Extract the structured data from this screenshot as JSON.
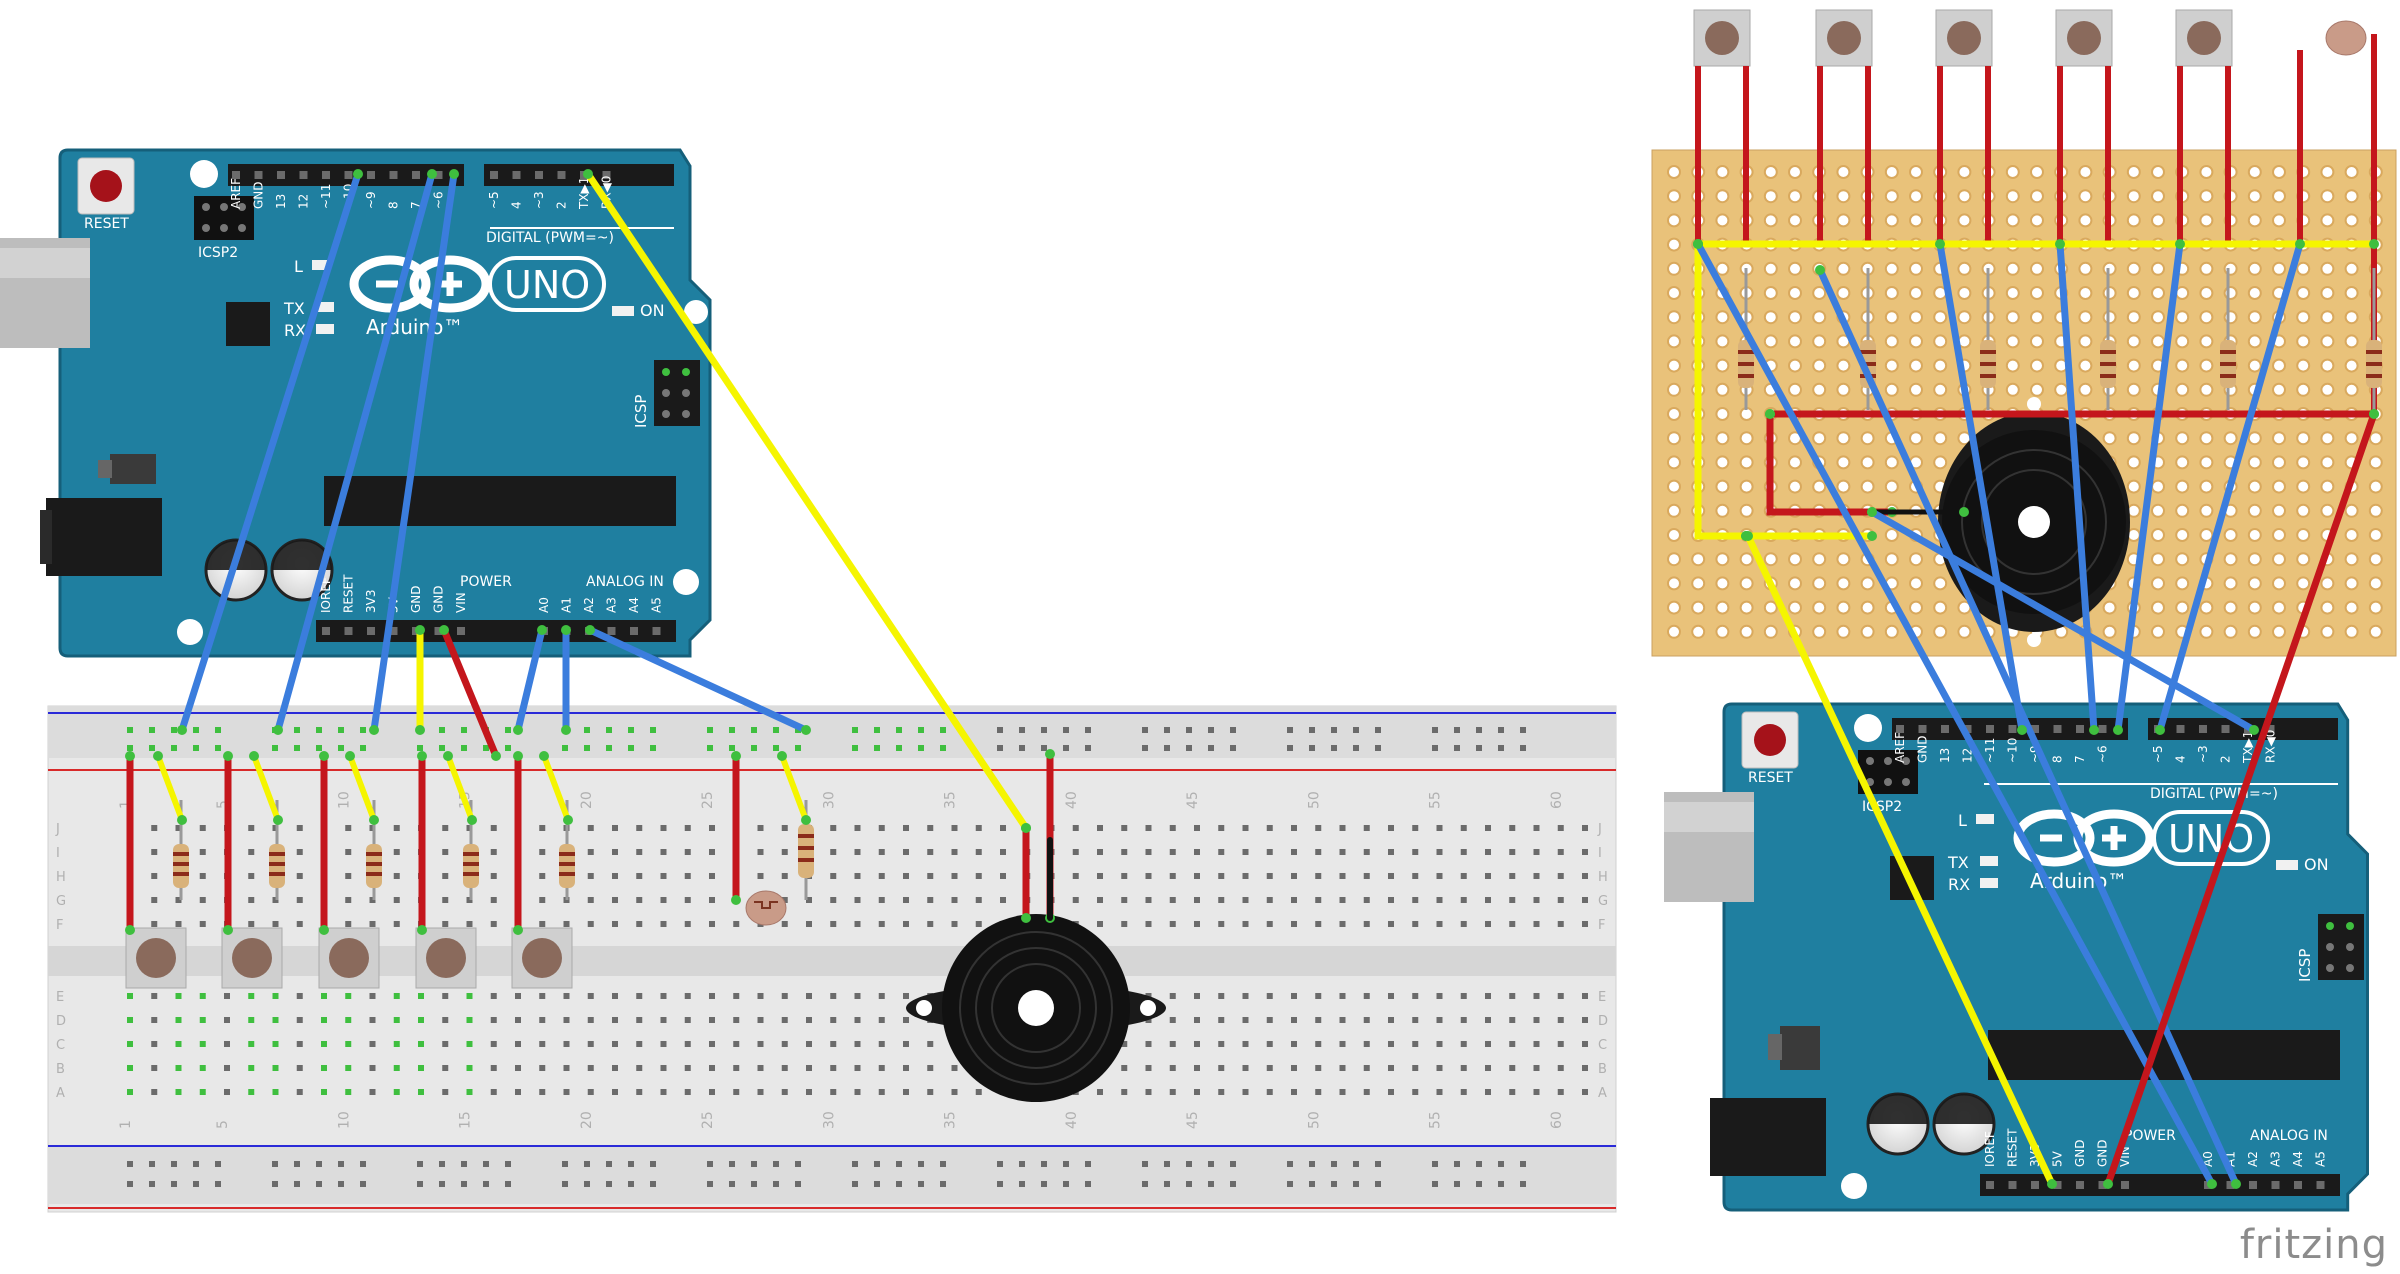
{
  "watermark": "fritzing",
  "arduino_left": {
    "reset_label": "RESET",
    "icsp2_label": "ICSP2",
    "icsp_label": "ICSP",
    "digital_label": "DIGITAL (PWM=~)",
    "power_label": "POWER",
    "analog_label": "ANALOG IN",
    "logo_text": "UNO",
    "brand_text": "Arduino™",
    "led_l": "L",
    "led_tx": "TX",
    "led_rx": "RX",
    "led_on": "ON",
    "digital_pins": [
      "AREF",
      "GND",
      "13",
      "12",
      "~11",
      "~10",
      "~9",
      "8",
      "7",
      "~6",
      "~5",
      "4",
      "~3",
      "2",
      "TX▶1",
      "RX◀0"
    ],
    "power_pins": [
      "IOREF",
      "RESET",
      "3V3",
      "5V",
      "GND",
      "GND",
      "VIN"
    ],
    "analog_pins": [
      "A0",
      "A1",
      "A2",
      "A3",
      "A4",
      "A5"
    ]
  },
  "arduino_right": {
    "reset_label": "RESET",
    "icsp2_label": "ICSP2",
    "icsp_label": "ICSP",
    "digital_label": "DIGITAL (PWM=~)",
    "power_label": "POWER",
    "analog_label": "ANALOG IN",
    "logo_text": "UNO",
    "brand_text": "Arduino™",
    "led_l": "L",
    "led_tx": "TX",
    "led_rx": "RX",
    "led_on": "ON",
    "digital_pins": [
      "AREF",
      "GND",
      "13",
      "12",
      "~11",
      "~10",
      "~9",
      "8",
      "7",
      "~6",
      "~5",
      "4",
      "~3",
      "2",
      "TX▶1",
      "RX◀0"
    ],
    "power_pins": [
      "IOREF",
      "RESET",
      "3V3",
      "5V",
      "GND",
      "GND",
      "VIN"
    ],
    "analog_pins": [
      "A0",
      "A1",
      "A2",
      "A3",
      "A4",
      "A5"
    ]
  },
  "breadboard": {
    "column_numbers": [
      "1",
      "5",
      "10",
      "15",
      "20",
      "25",
      "30",
      "35",
      "40",
      "45",
      "50",
      "55",
      "60"
    ],
    "row_letters_top": [
      "J",
      "I",
      "H",
      "G",
      "F"
    ],
    "row_letters_bottom": [
      "E",
      "D",
      "C",
      "B",
      "A"
    ]
  },
  "colors": {
    "board": "#1f7fa0",
    "board_dark": "#155f7a",
    "wire_blue": "#3b7ddd",
    "wire_yellow": "#f5f500",
    "wire_red": "#c4161c",
    "breadboard": "#e6e6e6",
    "stripboard": "#e9c27a",
    "resistor": "#d9b27a",
    "button": "#8a6a5c"
  }
}
